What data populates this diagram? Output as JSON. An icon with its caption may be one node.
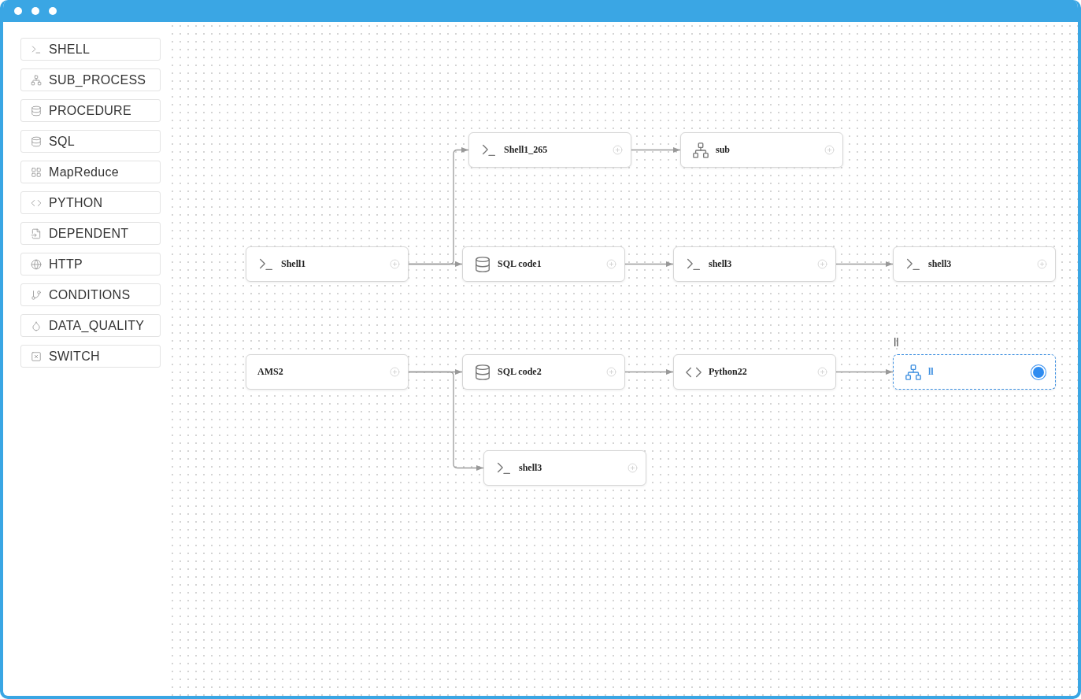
{
  "diagram": {
    "nodes": [
      {
        "text": [
          "Shell1_265"
        ]
      },
      {
        "text": [
          "sub"
        ]
      },
      {
        "text": [
          "Shell1"
        ]
      },
      {
        "text": [
          "SQL code1"
        ]
      },
      {
        "text": [
          "shell3"
        ]
      },
      {
        "text": [
          "shell3"
        ]
      },
      {
        "text": [
          "AMS2"
        ]
      },
      {
        "text": [
          "SQL code2"
        ]
      },
      {
        "text": [
          "Python22"
        ]
      },
      {
        "text": [
          "ll"
        ],
        "beside": [
          "ll"
        ]
      },
      {
        "text": [
          "shell3"
        ]
      }
    ],
    "edges": [
      {
        "from": 2,
        "to": 0,
        "arrow": "to"
      },
      {
        "from": 2,
        "to": 3,
        "arrow": "to"
      },
      {
        "from": 6,
        "to": 7,
        "arrow": "to"
      },
      {
        "from": 6,
        "to": 10,
        "arrow": "to"
      },
      {
        "from": 0,
        "to": 1,
        "arrow": "to"
      },
      {
        "from": 3,
        "to": 4,
        "arrow": "to"
      },
      {
        "from": 4,
        "to": 5,
        "arrow": "to"
      },
      {
        "from": 7,
        "to": 8,
        "arrow": "to"
      },
      {
        "from": 8,
        "to": 9,
        "arrow": "to"
      }
    ],
    "labels": [
      "SHELL",
      "SUB_PROCESS",
      "PROCEDURE",
      "SQL",
      "MapReduce",
      "PYTHON",
      "DEPENDENT",
      "HTTP",
      "CONDITIONS",
      "DATA_QUALITY",
      "SWITCH"
    ]
  }
}
